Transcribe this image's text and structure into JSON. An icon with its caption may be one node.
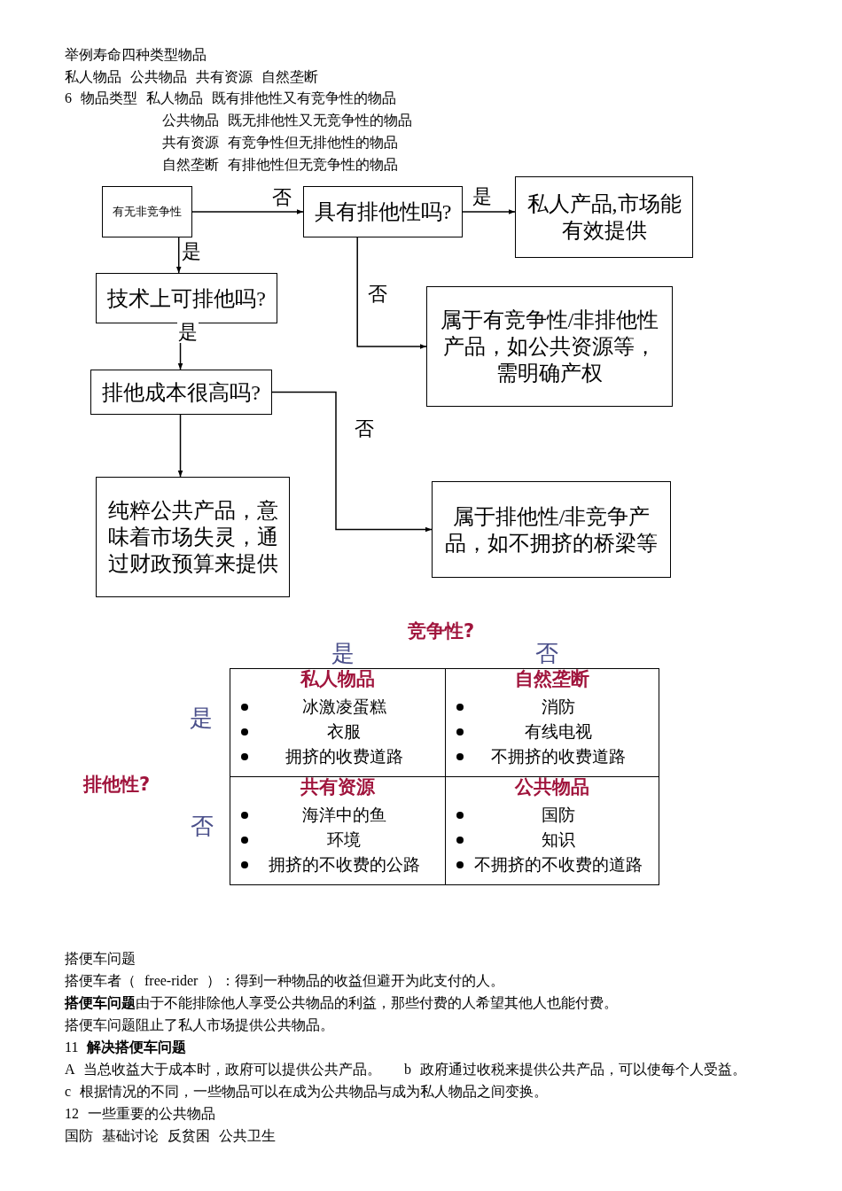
{
  "diagram": {
    "nodes": [
      {
        "text": [
          "有无非竞争性"
        ]
      },
      {
        "text": [
          "具有排他性吗?"
        ]
      },
      {
        "text": [
          "私人产品,市场能有效提供"
        ]
      },
      {
        "text": [
          "技术上可排他吗?"
        ]
      },
      {
        "text": [
          "属于有竞争性/非排他性产品，如公共资源等，需明确产权"
        ]
      },
      {
        "text": [
          "排他成本很高吗?"
        ]
      },
      {
        "text": [
          "纯粹公共产品，意味着市场失灵，通过财政预算来提供"
        ]
      },
      {
        "text": [
          "属于排他性/非竞争产品，如不拥挤的桥梁等"
        ]
      },
      {
        "text": [
          "私人物品",
          "冰激凌蛋糕",
          "衣服",
          "拥挤的收费道路"
        ]
      },
      {
        "text": [
          "自然垄断",
          "消防",
          "有线电视",
          "不拥挤的收费道路"
        ]
      },
      {
        "text": [
          "共有资源",
          "海洋中的鱼",
          "环境",
          "拥挤的不收费的公路"
        ]
      },
      {
        "text": [
          "公共物品",
          "国防",
          "知识",
          "不拥挤的不收费的道路"
        ]
      }
    ],
    "edges": [
      {
        "from": 0,
        "to": 1,
        "arrow": "to",
        "label": "否"
      },
      {
        "from": 1,
        "to": 2,
        "arrow": "to",
        "label": "是"
      },
      {
        "from": 0,
        "to": 3,
        "arrow": "to",
        "label": "是"
      },
      {
        "from": 1,
        "to": 4,
        "arrow": "to",
        "label": "否"
      },
      {
        "from": 3,
        "to": 5,
        "arrow": "to",
        "label": "是"
      },
      {
        "from": 5,
        "to": 6,
        "arrow": "to"
      },
      {
        "from": 5,
        "to": 7,
        "arrow": "to",
        "label": "否"
      }
    ],
    "labels": [
      "举例寿命四种类型物品",
      "私人物品 公共物品 共有资源 自然垄断",
      "6 物品类型",
      "私人物品 既有排他性又有竞争性的物品",
      "公共物品 既无排他性又无竞争性的物品",
      "共有资源 有竞争性但无排他性的物品",
      "自然垄断 有排他性但无竞争性的物品",
      "竞争性?",
      "是",
      "否",
      "是",
      "否",
      "排他性?",
      "搭便车问题",
      "搭便车者（ free-rider ）：得到一种物品的收益但避开为此支付的人。",
      "**搭便车问题**由于不能排除他人享受公共物品的利益，那些付费的人希望其他人也能付费。",
      "搭便车问题阻止了私人市场提供公共物品。",
      "11 **解决搭便车问题**",
      "A 当总收益大于成本时，政府可以提供公共产品。",
      "b 政府通过收税来提供公共产品，可以使每个人受益。",
      "c 根据情况的不同，一些物品可以在成为公共物品与成为私人物品之间变换。",
      "12 一些重要的公共物品",
      "国防 基础讨论 反贫困 公共卫生"
    ]
  }
}
